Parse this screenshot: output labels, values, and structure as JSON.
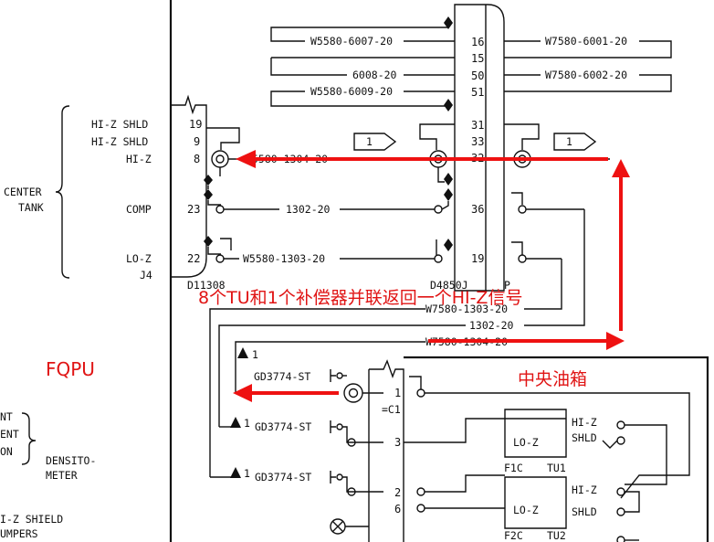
{
  "left_labels": {
    "center_line1": "CENTER",
    "center_line2": "TANK",
    "fqpu": "FQPU",
    "frag1": "NT",
    "frag2": "ENT",
    "frag3": "ON",
    "densito1": "DENSITO-",
    "densito2": "METER",
    "shield1": "I-Z SHIELD",
    "shield2": "UMPERS"
  },
  "j4": {
    "pins": [
      {
        "name": "HI-Z SHLD",
        "num": "19"
      },
      {
        "name": "HI-Z SHLD",
        "num": "9"
      },
      {
        "name": "HI-Z",
        "num": "8"
      },
      {
        "name": "COMP",
        "num": "23"
      },
      {
        "name": "LO-Z",
        "num": "22"
      }
    ],
    "j4_label": "J4",
    "ref": "D11308"
  },
  "connector": {
    "pins": [
      "16",
      "15",
      "50",
      "51",
      "31",
      "33",
      "32",
      "36",
      "19"
    ],
    "ref": "D4850J",
    "p_label": "P"
  },
  "wires_left": {
    "w16": "W5580-6007-20",
    "w50": "6008-20",
    "w51": "W5580-6009-20",
    "w8": "5580-1304-20",
    "w36": "1302-20",
    "w19": "W5580-1303-20"
  },
  "wires_right": {
    "w16": "W7580-6001-20",
    "w50": "W7580-6002-20"
  },
  "flags": {
    "left": "1",
    "right": "1"
  },
  "bottom_wires": {
    "w1": "W7580-1303-20",
    "w2": "1302-20",
    "w3": "W7580-1304-20"
  },
  "gd": [
    {
      "tri": "1",
      "label": "GD3774-ST"
    },
    {
      "tri": "1",
      "label": "GD3774-ST"
    },
    {
      "tri": "1",
      "label": "GD3774-ST"
    }
  ],
  "tank_box": {
    "pin1": "1",
    "c1": "=C1",
    "pin3": "3",
    "pin2": "2",
    "pin6": "6"
  },
  "tu1": {
    "hiz": "HI-Z",
    "shld": "SHLD",
    "loz": "LO-Z",
    "f": "F1C",
    "name": "TU1"
  },
  "tu2": {
    "hiz": "HI-Z",
    "shld": "SHLD",
    "loz": "LO-Z",
    "f": "F2C",
    "name": "TU2"
  },
  "annotations": {
    "main": "8个TU和1个补偿器并联返回一个HI-Z信号",
    "center_tank": "中央油箱",
    "fqpu": "FQPU"
  },
  "colors": {
    "annotation": "#e01414",
    "ink": "#111111",
    "background": "#ffffff"
  }
}
